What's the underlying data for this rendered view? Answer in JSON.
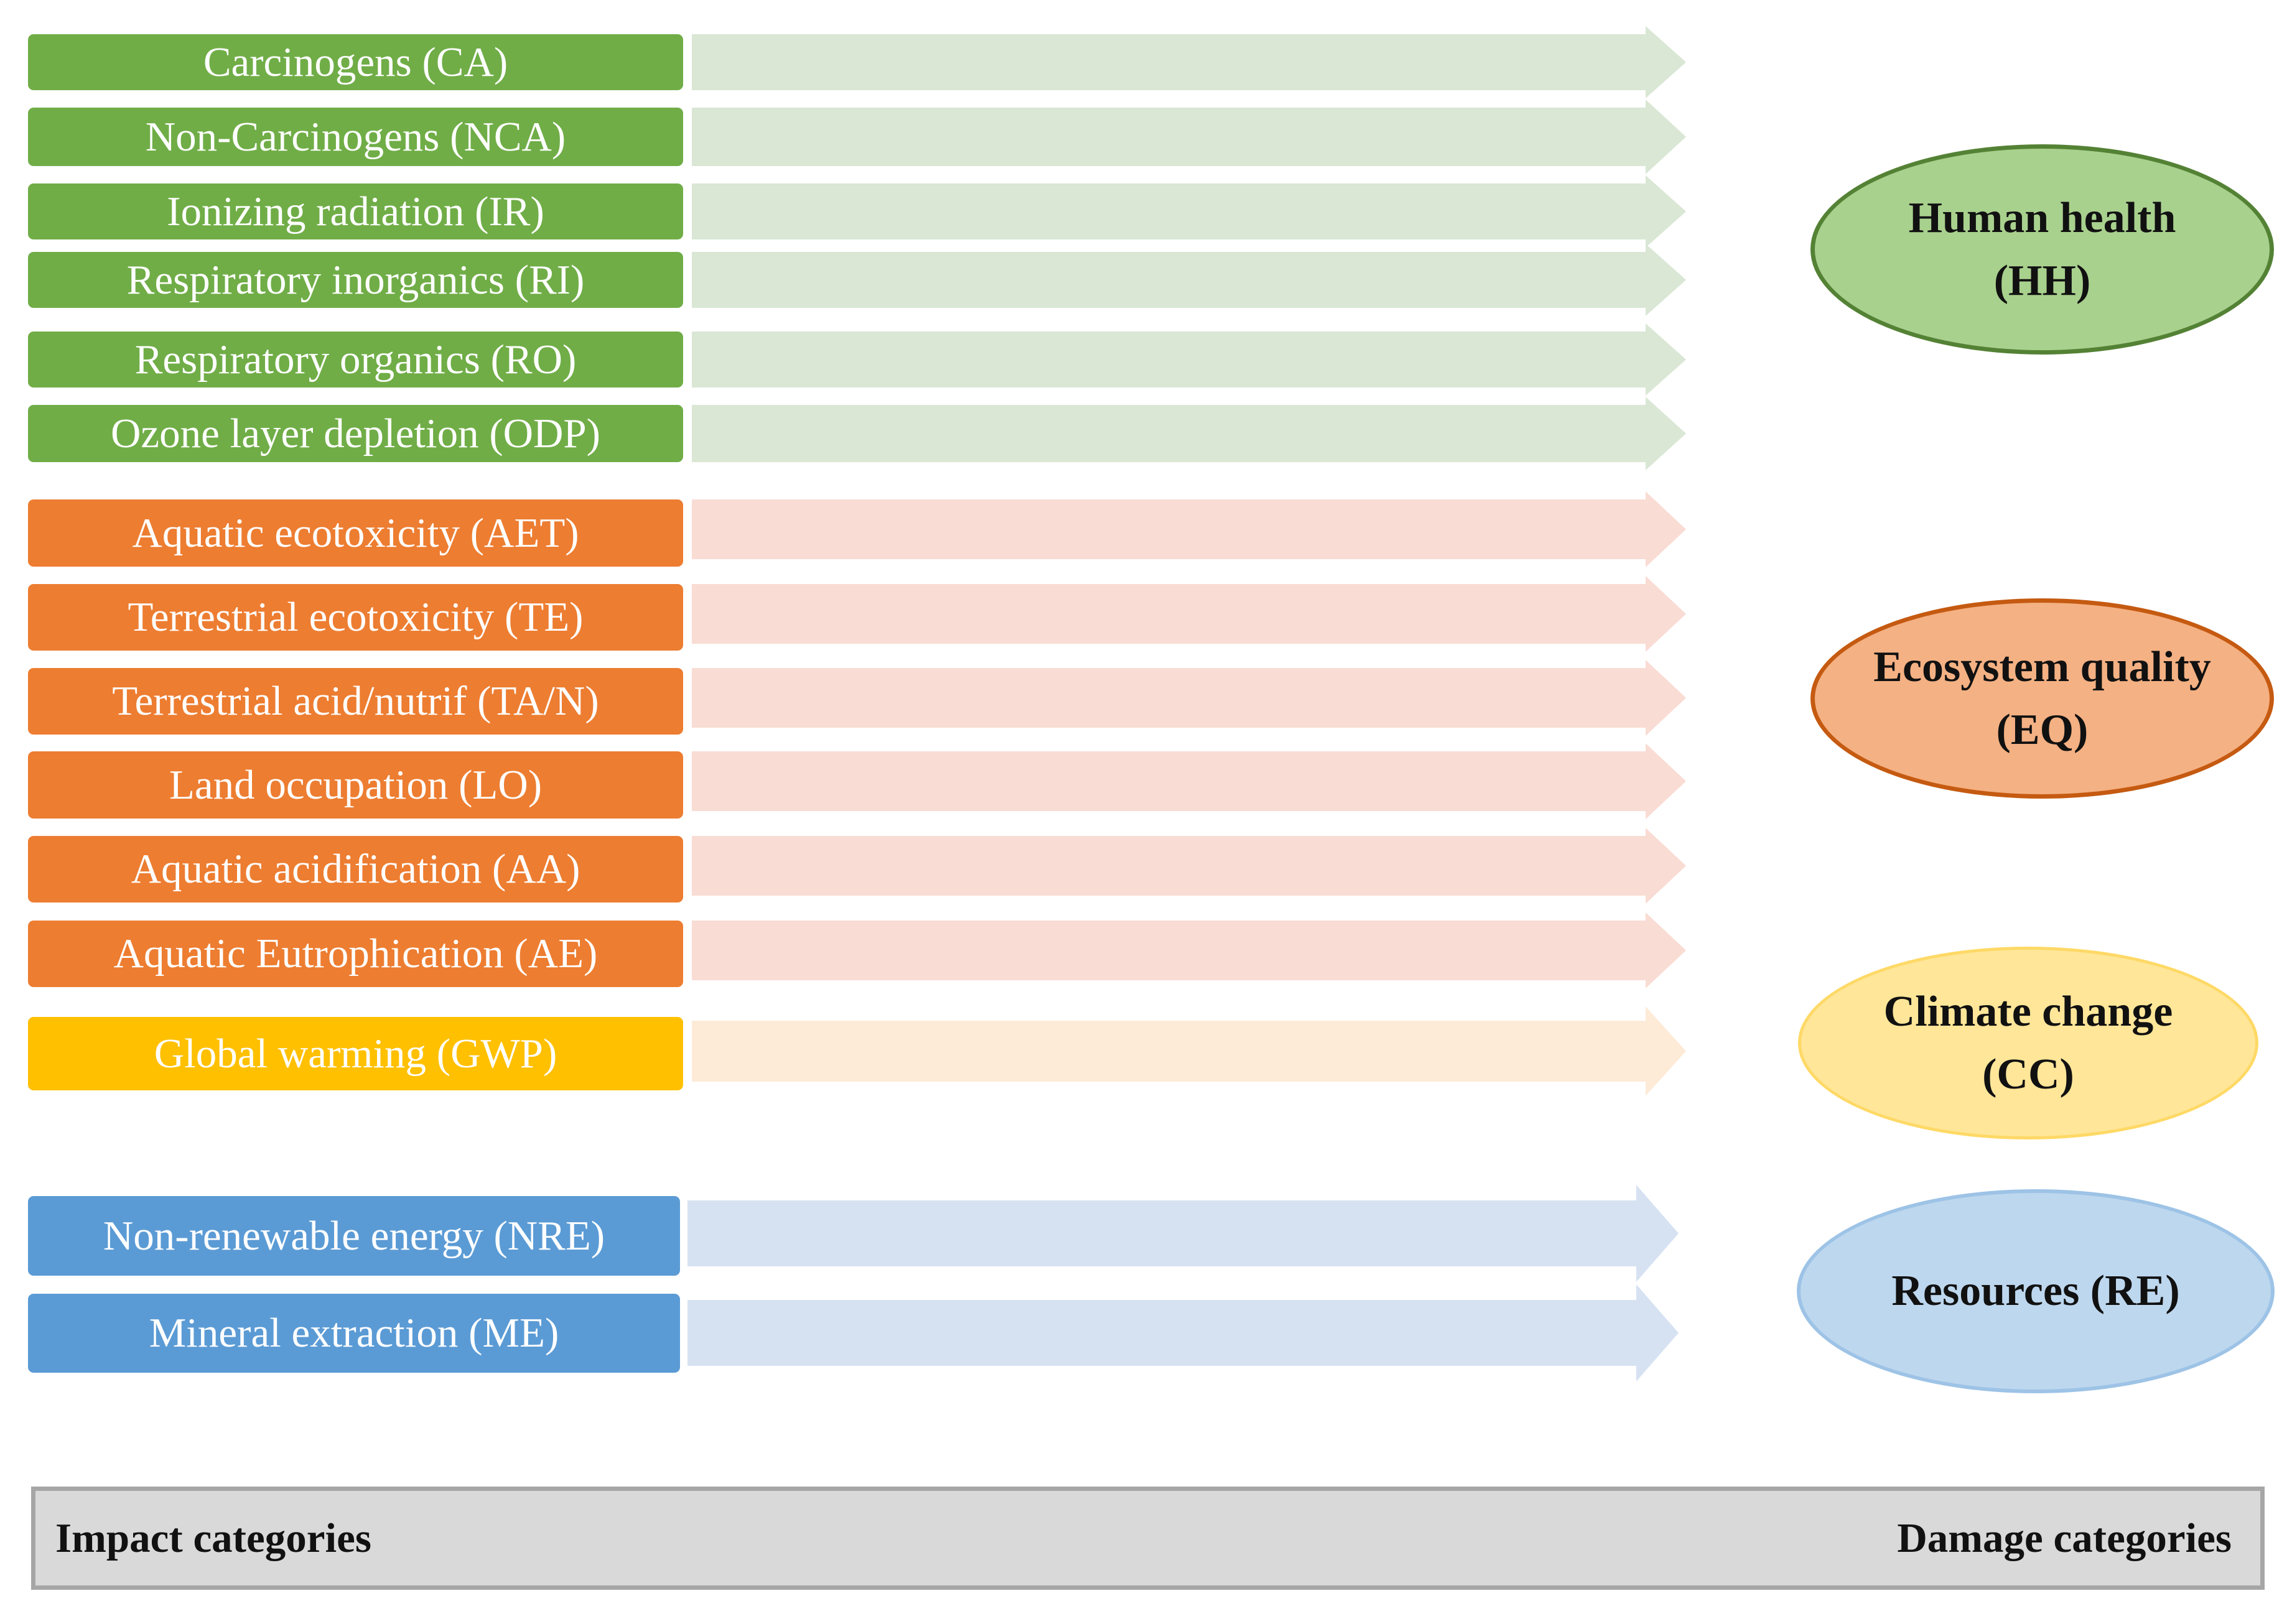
{
  "impact_categories": [
    {
      "label": "Carcinogens (CA)",
      "group": "HH"
    },
    {
      "label": "Non-Carcinogens (NCA)",
      "group": "HH"
    },
    {
      "label": "Ionizing radiation (IR)",
      "group": "HH"
    },
    {
      "label": "Respiratory inorganics (RI)",
      "group": "HH"
    },
    {
      "label": "Respiratory organics (RO)",
      "group": "HH"
    },
    {
      "label": "Ozone layer depletion (ODP)",
      "group": "HH"
    },
    {
      "label": "Aquatic ecotoxicity (AET)",
      "group": "EQ"
    },
    {
      "label": "Terrestrial ecotoxicity (TE)",
      "group": "EQ"
    },
    {
      "label": "Terrestrial acid/nutrif (TA/N)",
      "group": "EQ"
    },
    {
      "label": "Land occupation (LO)",
      "group": "EQ"
    },
    {
      "label": "Aquatic acidification (AA)",
      "group": "EQ"
    },
    {
      "label": "Aquatic Eutrophication (AE)",
      "group": "EQ"
    },
    {
      "label": "Global warming (GWP)",
      "group": "CC"
    },
    {
      "label": "Non-renewable energy (NRE)",
      "group": "RE"
    },
    {
      "label": "Mineral extraction (ME)",
      "group": "RE"
    }
  ],
  "damage_categories": [
    {
      "id": "HH",
      "line1": "Human health",
      "line2": "(HH)"
    },
    {
      "id": "EQ",
      "line1": "Ecosystem quality",
      "line2": "(EQ)"
    },
    {
      "id": "CC",
      "line1": "Climate change",
      "line2": "(CC)"
    },
    {
      "id": "RE",
      "line1": "Resources (RE)",
      "line2": ""
    }
  ],
  "footer": {
    "left_label": "Impact categories",
    "right_label": "Damage categories"
  },
  "colors": {
    "HH": {
      "box": "#70ad47",
      "arrow": "#d9e7d4",
      "ellipse_fill": "#a9d18e",
      "ellipse_border": "#548235"
    },
    "EQ": {
      "box": "#ed7d31",
      "arrow": "#f9dcd4",
      "ellipse_fill": "#f4b183",
      "ellipse_border": "#c55a11"
    },
    "CC": {
      "box": "#ffc000",
      "arrow": "#fdebd8",
      "ellipse_fill": "#ffe699",
      "ellipse_border": "#ffd966"
    },
    "RE": {
      "box": "#5b9bd5",
      "arrow": "#d6e2f2",
      "ellipse_fill": "#bdd7ee",
      "ellipse_border": "#9dc3e6"
    },
    "footer_fill": "#d9d9d9",
    "footer_border": "#a6a6a6"
  }
}
